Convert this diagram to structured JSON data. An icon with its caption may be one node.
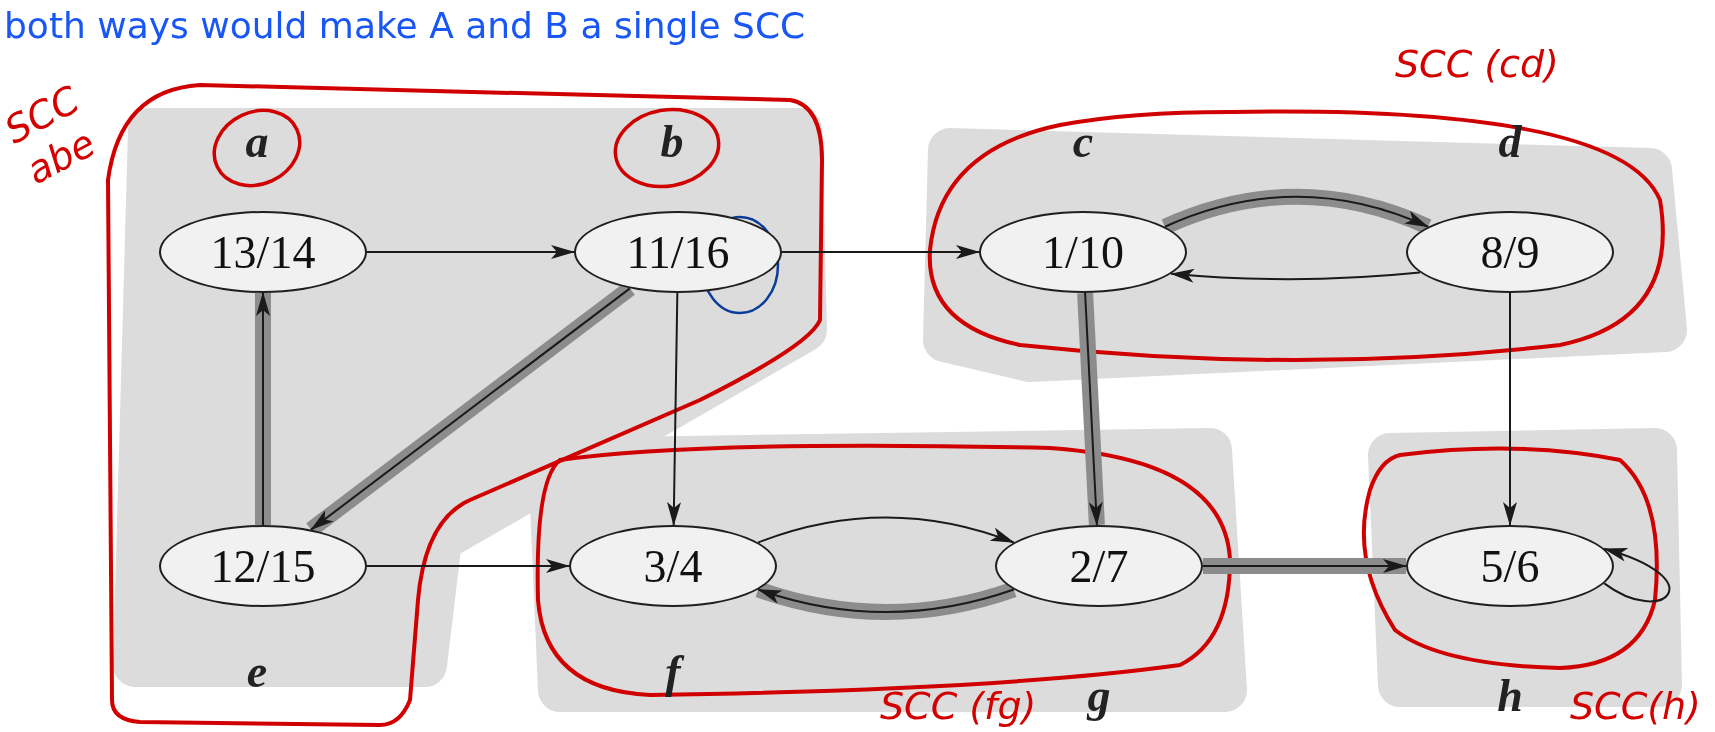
{
  "diagram": {
    "nodes": [
      {
        "text": [
          "13/14"
        ],
        "beside": [
          "a"
        ]
      },
      {
        "text": [
          "11/16"
        ],
        "beside": [
          "b"
        ]
      },
      {
        "text": [
          "1/10"
        ],
        "beside": [
          "c"
        ]
      },
      {
        "text": [
          "8/9"
        ],
        "beside": [
          "d"
        ]
      },
      {
        "text": [
          "12/15"
        ],
        "beside": [
          "e"
        ]
      },
      {
        "text": [
          "3/4"
        ],
        "beside": [
          "f"
        ]
      },
      {
        "text": [
          "2/7"
        ],
        "beside": [
          "g"
        ]
      },
      {
        "text": [
          "5/6"
        ],
        "beside": [
          "h"
        ]
      }
    ],
    "edges": [
      {
        "from": 0,
        "to": 1,
        "arrow": "to"
      },
      {
        "from": 1,
        "to": 2,
        "arrow": "to"
      },
      {
        "from": 1,
        "to": 4,
        "arrow": "to",
        "style": "thick",
        "color": "#8c8c8c"
      },
      {
        "from": 1,
        "to": 5,
        "arrow": "to"
      },
      {
        "from": 2,
        "to": 3,
        "arrow": "to",
        "style": "thick",
        "color": "#8c8c8c"
      },
      {
        "from": 3,
        "to": 2,
        "arrow": "to"
      },
      {
        "from": 2,
        "to": 6,
        "arrow": "to",
        "style": "thick",
        "color": "#8c8c8c"
      },
      {
        "from": 3,
        "to": 7,
        "arrow": "to"
      },
      {
        "from": 4,
        "to": 0,
        "arrow": "to",
        "style": "thick",
        "color": "#8c8c8c"
      },
      {
        "from": 4,
        "to": 5,
        "arrow": "to"
      },
      {
        "from": 5,
        "to": 6,
        "arrow": "to"
      },
      {
        "from": 6,
        "to": 5,
        "arrow": "to",
        "style": "thick",
        "color": "#8c8c8c"
      },
      {
        "from": 6,
        "to": 7,
        "arrow": "to",
        "style": "thick",
        "color": "#8c8c8c"
      },
      {
        "from": 7,
        "to": 7,
        "arrow": "to"
      }
    ],
    "labels": [
      "both ways would make A and B a single SCC",
      "SCC abe",
      "SCC (cd)",
      "SCC (fg)",
      "SCC(h)"
    ]
  }
}
